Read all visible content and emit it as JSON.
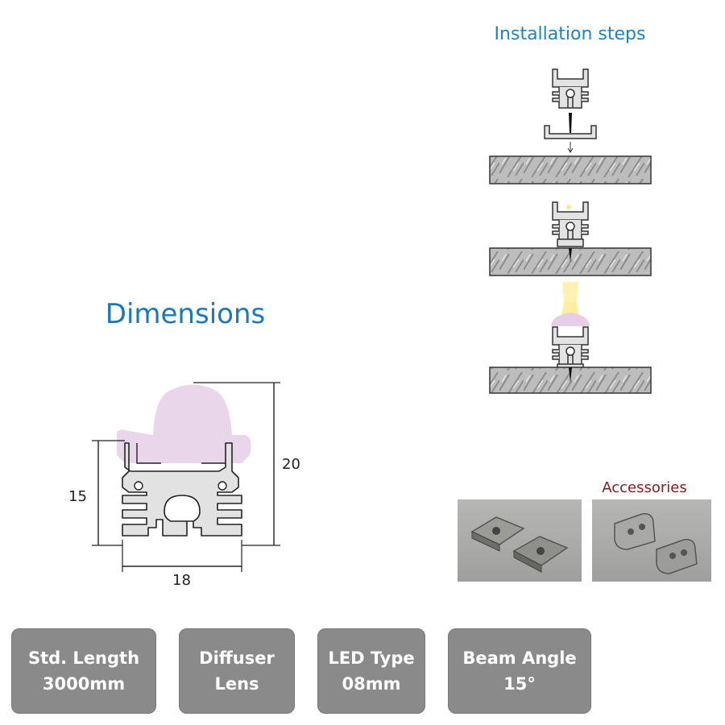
{
  "install": {
    "title": "Installation steps"
  },
  "dimensions": {
    "title": "Dimensions",
    "height_inner": "15",
    "height_total": "20",
    "width": "18"
  },
  "accessories": {
    "label": "Accessories"
  },
  "specs": [
    {
      "line1": "Std. Length",
      "line2": "3000mm"
    },
    {
      "line1": "Diffuser",
      "line2": "Lens"
    },
    {
      "line1": "LED Type",
      "line2": "08mm"
    },
    {
      "line1": "Beam Angle",
      "line2": "15°"
    }
  ],
  "colors": {
    "heading_blue": "#1a84c7",
    "accessories_red": "#8b1a1a",
    "card_grey": "#8a8a8a",
    "lens_pink": "#e6cfe6",
    "profile_grey": "#e0e0e0"
  }
}
